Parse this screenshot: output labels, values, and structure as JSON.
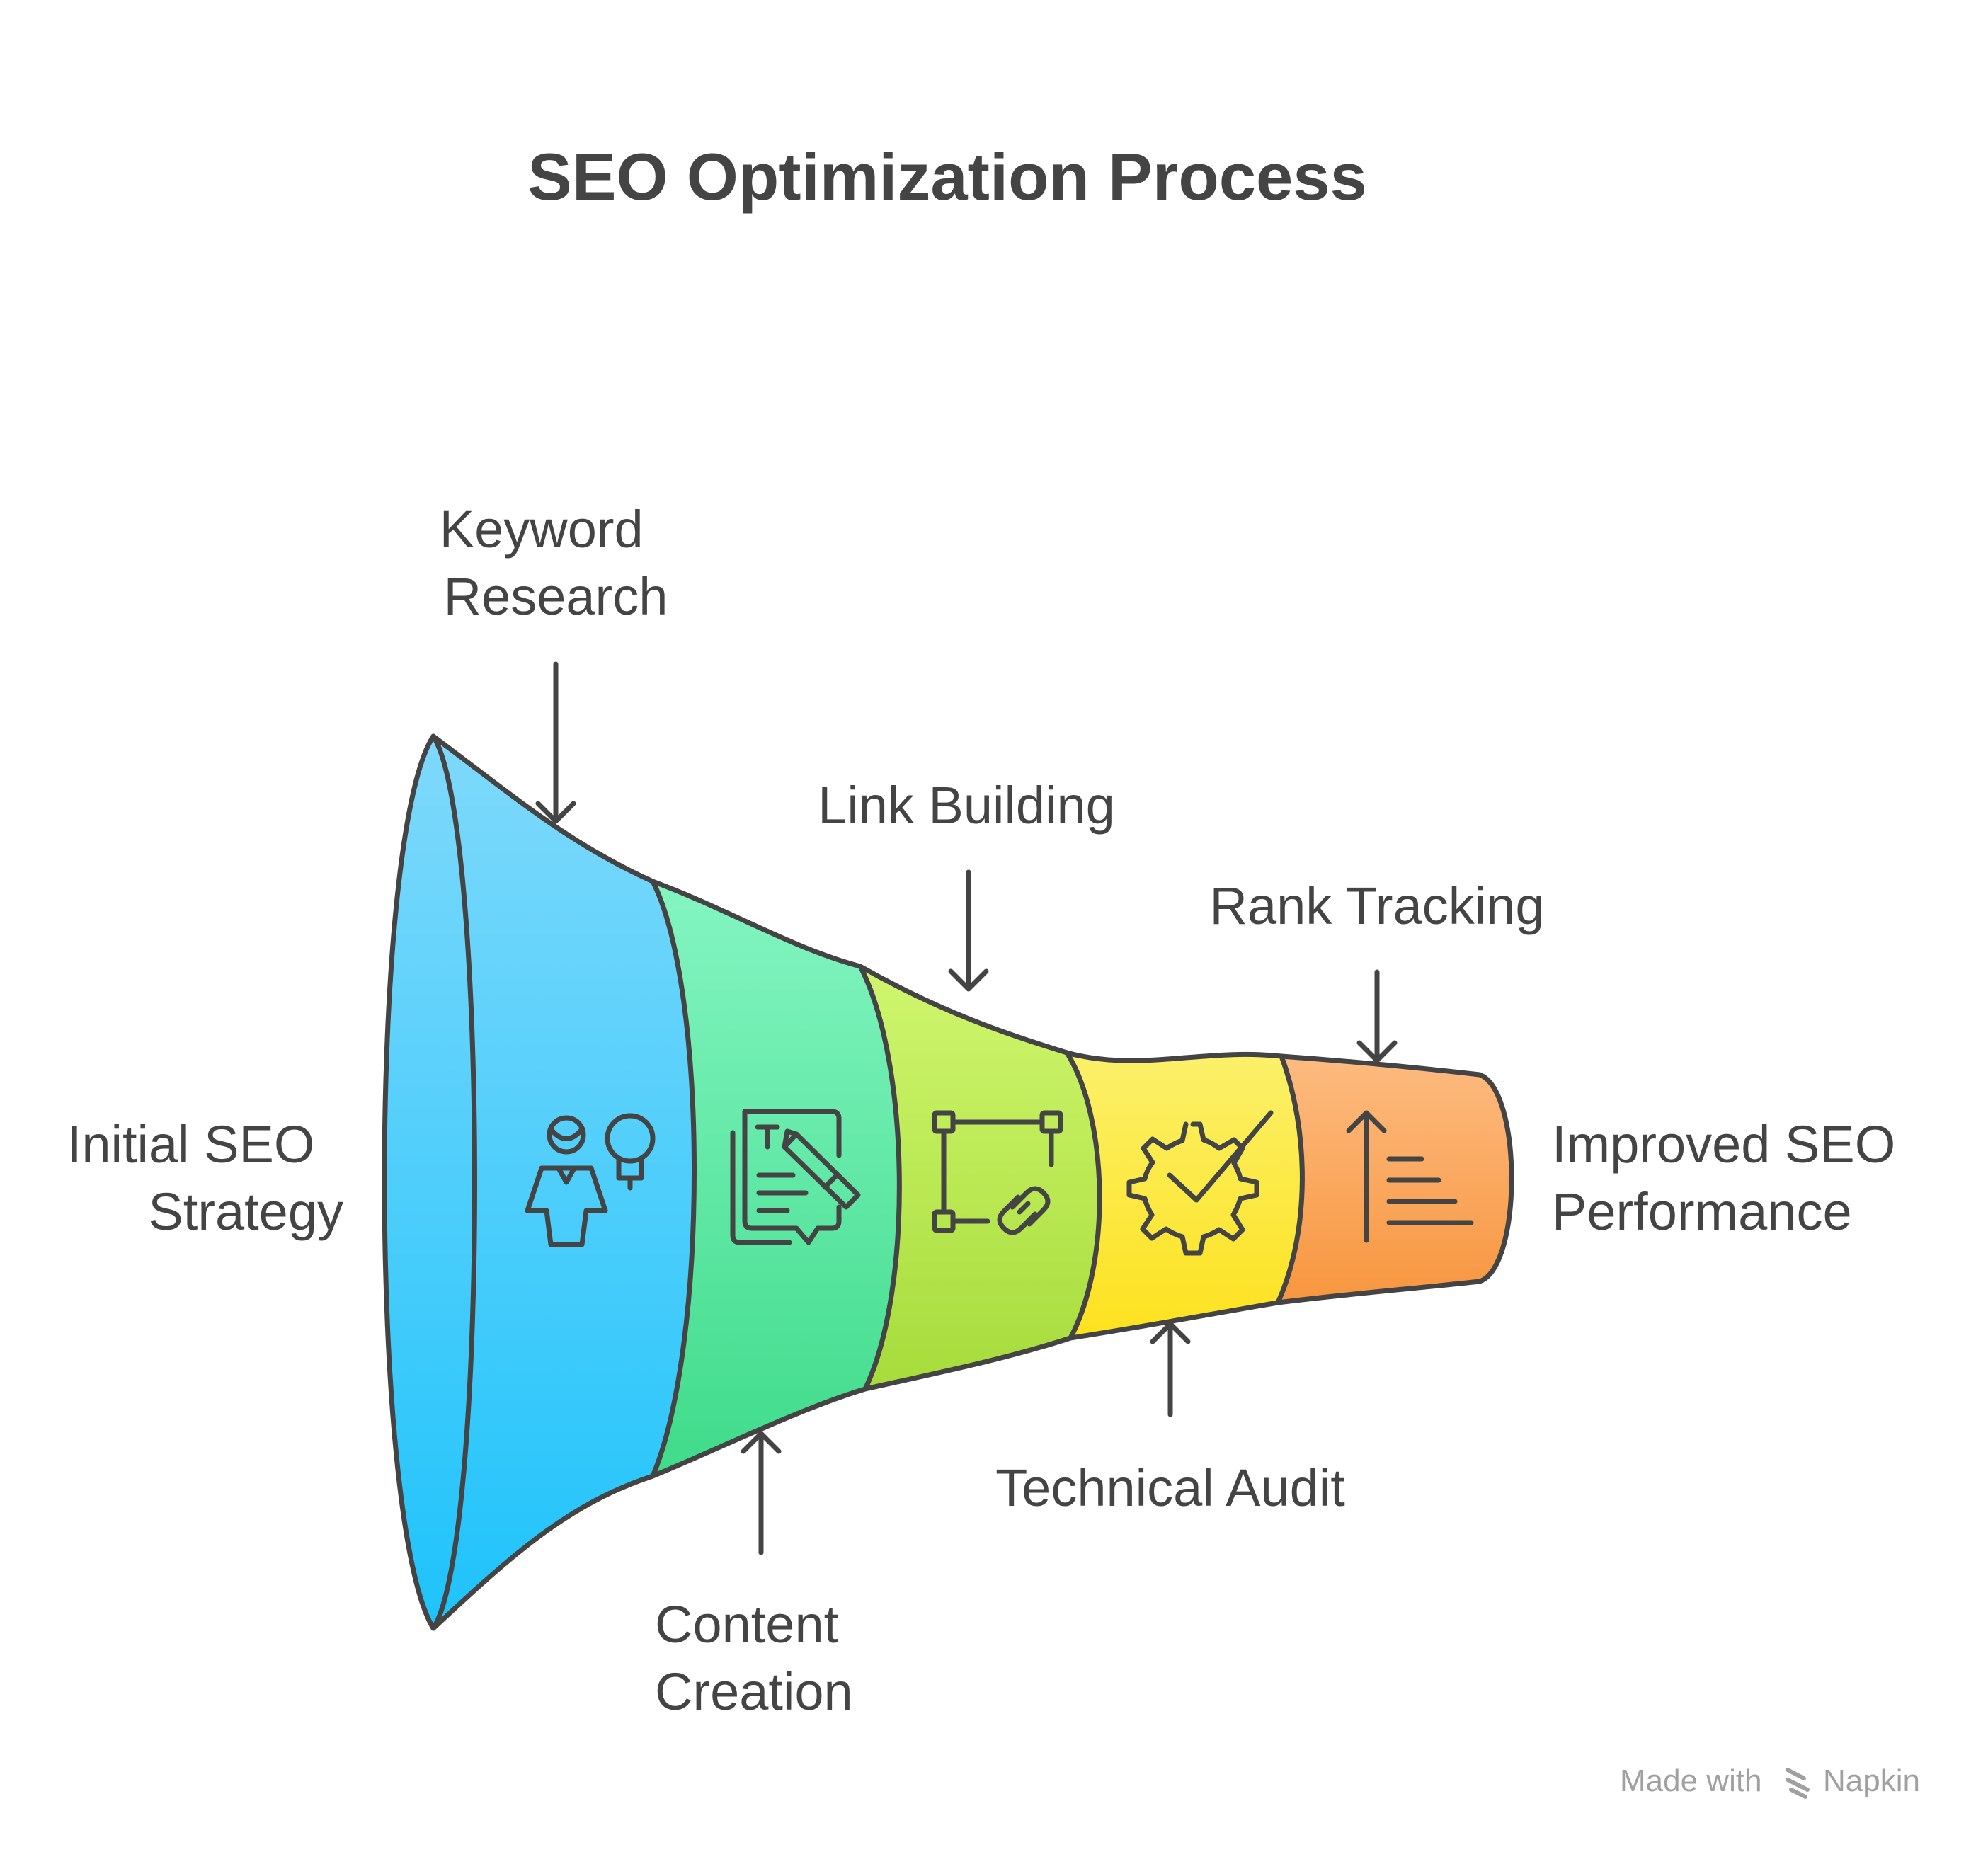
{
  "title": "SEO Optimization Process",
  "colors": {
    "text": "#444444",
    "outline": "#444444",
    "stage1_top": "#7fd9fb",
    "stage1_bottom": "#1ec3fb",
    "stage2_top": "#84f5c2",
    "stage2_bottom": "#3fdb8a",
    "stage3_top": "#d0f66e",
    "stage3_bottom": "#a6dc3b",
    "stage4_top": "#fbf06a",
    "stage4_bottom": "#fde21e",
    "stage5_top": "#fdbb80",
    "stage5_bottom": "#f7963f",
    "watermark": "#a0a0a0"
  },
  "funnel": {
    "input_label": [
      "Initial SEO",
      "Strategy"
    ],
    "output_label": [
      "Improved SEO",
      "Performance"
    ],
    "stages": [
      {
        "label": [
          "Keyword",
          "Research"
        ],
        "label_side": "top",
        "icon": "person-lightbulb-icon"
      },
      {
        "label": [
          "Content",
          "Creation"
        ],
        "label_side": "bottom",
        "icon": "document-pencil-icon"
      },
      {
        "label": [
          "Link Building"
        ],
        "label_side": "top",
        "icon": "link-nodes-icon"
      },
      {
        "label": [
          "Technical Audit"
        ],
        "label_side": "bottom",
        "icon": "gear-check-icon"
      },
      {
        "label": [
          "Rank Tracking"
        ],
        "label_side": "top",
        "icon": "arrow-up-bars-icon"
      }
    ]
  },
  "watermark": {
    "prefix": "Made with",
    "brand": "Napkin",
    "icon": "napkin-logo-icon"
  }
}
